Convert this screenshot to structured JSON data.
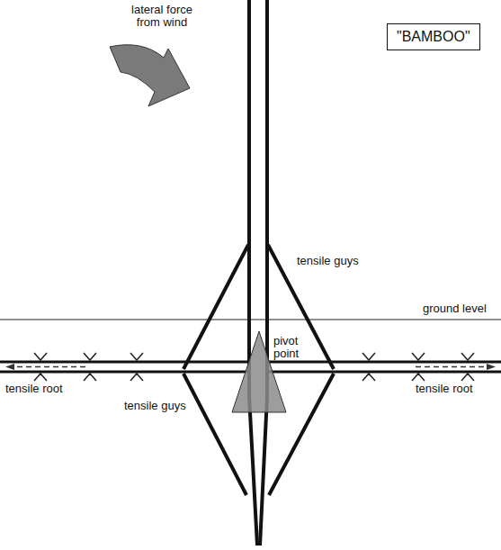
{
  "diagram": {
    "nodes": [
      {
        "text": [
          "\"BAMBOO\""
        ]
      }
    ],
    "labels": [
      "lateral force from wind",
      "tensile guys",
      "ground level",
      "pivot point",
      "tensile root",
      "tensile root",
      "tensile guys"
    ]
  }
}
